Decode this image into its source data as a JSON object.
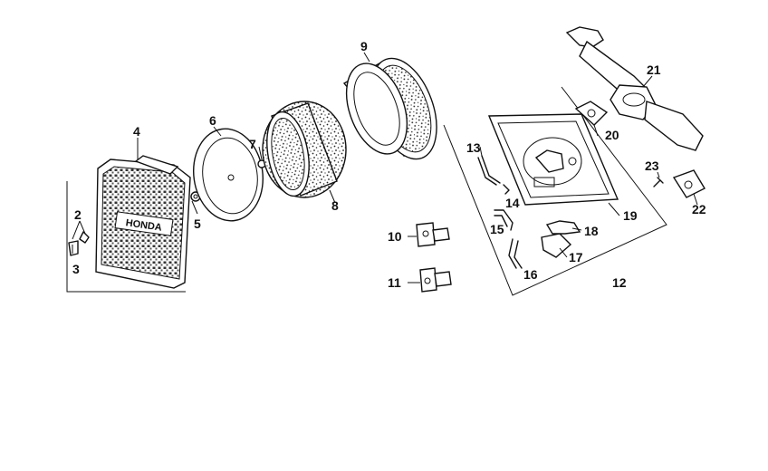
{
  "diagram": {
    "labels": {
      "p2": "2",
      "p3": "3",
      "p4": "4",
      "p5": "5",
      "p6": "6",
      "p7": "7",
      "p8": "8",
      "p9": "9",
      "p10": "10",
      "p11": "11",
      "p12": "12",
      "p13": "13",
      "p14": "14",
      "p15": "15",
      "p16": "16",
      "p17": "17",
      "p18": "18",
      "p19": "19",
      "p20": "20",
      "p21": "21",
      "p22": "22",
      "p23": "23"
    },
    "cover_emblem": "HONDA"
  }
}
